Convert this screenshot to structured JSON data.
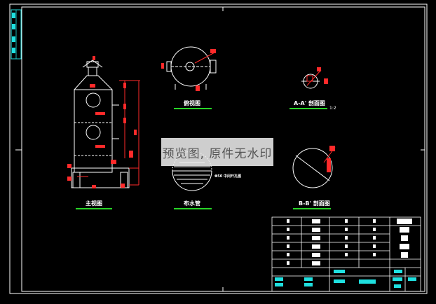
{
  "drawing": {
    "views": {
      "main_view": "主视图",
      "top_view": "俯视图",
      "section_aa": "A-A' 剖面图",
      "section_bb": "B-B' 剖面图",
      "spray_pipe": "布水管",
      "spray_note": "Φ50 中间开孔图",
      "scale_note": "1:2"
    },
    "watermark": "预览图, 原件无水印",
    "colors": {
      "background": "#000000",
      "outline": "#ffffff",
      "dimension": "#ff2a2a",
      "label_underline": "#27d527",
      "title_block": "#1fe0e0"
    }
  }
}
